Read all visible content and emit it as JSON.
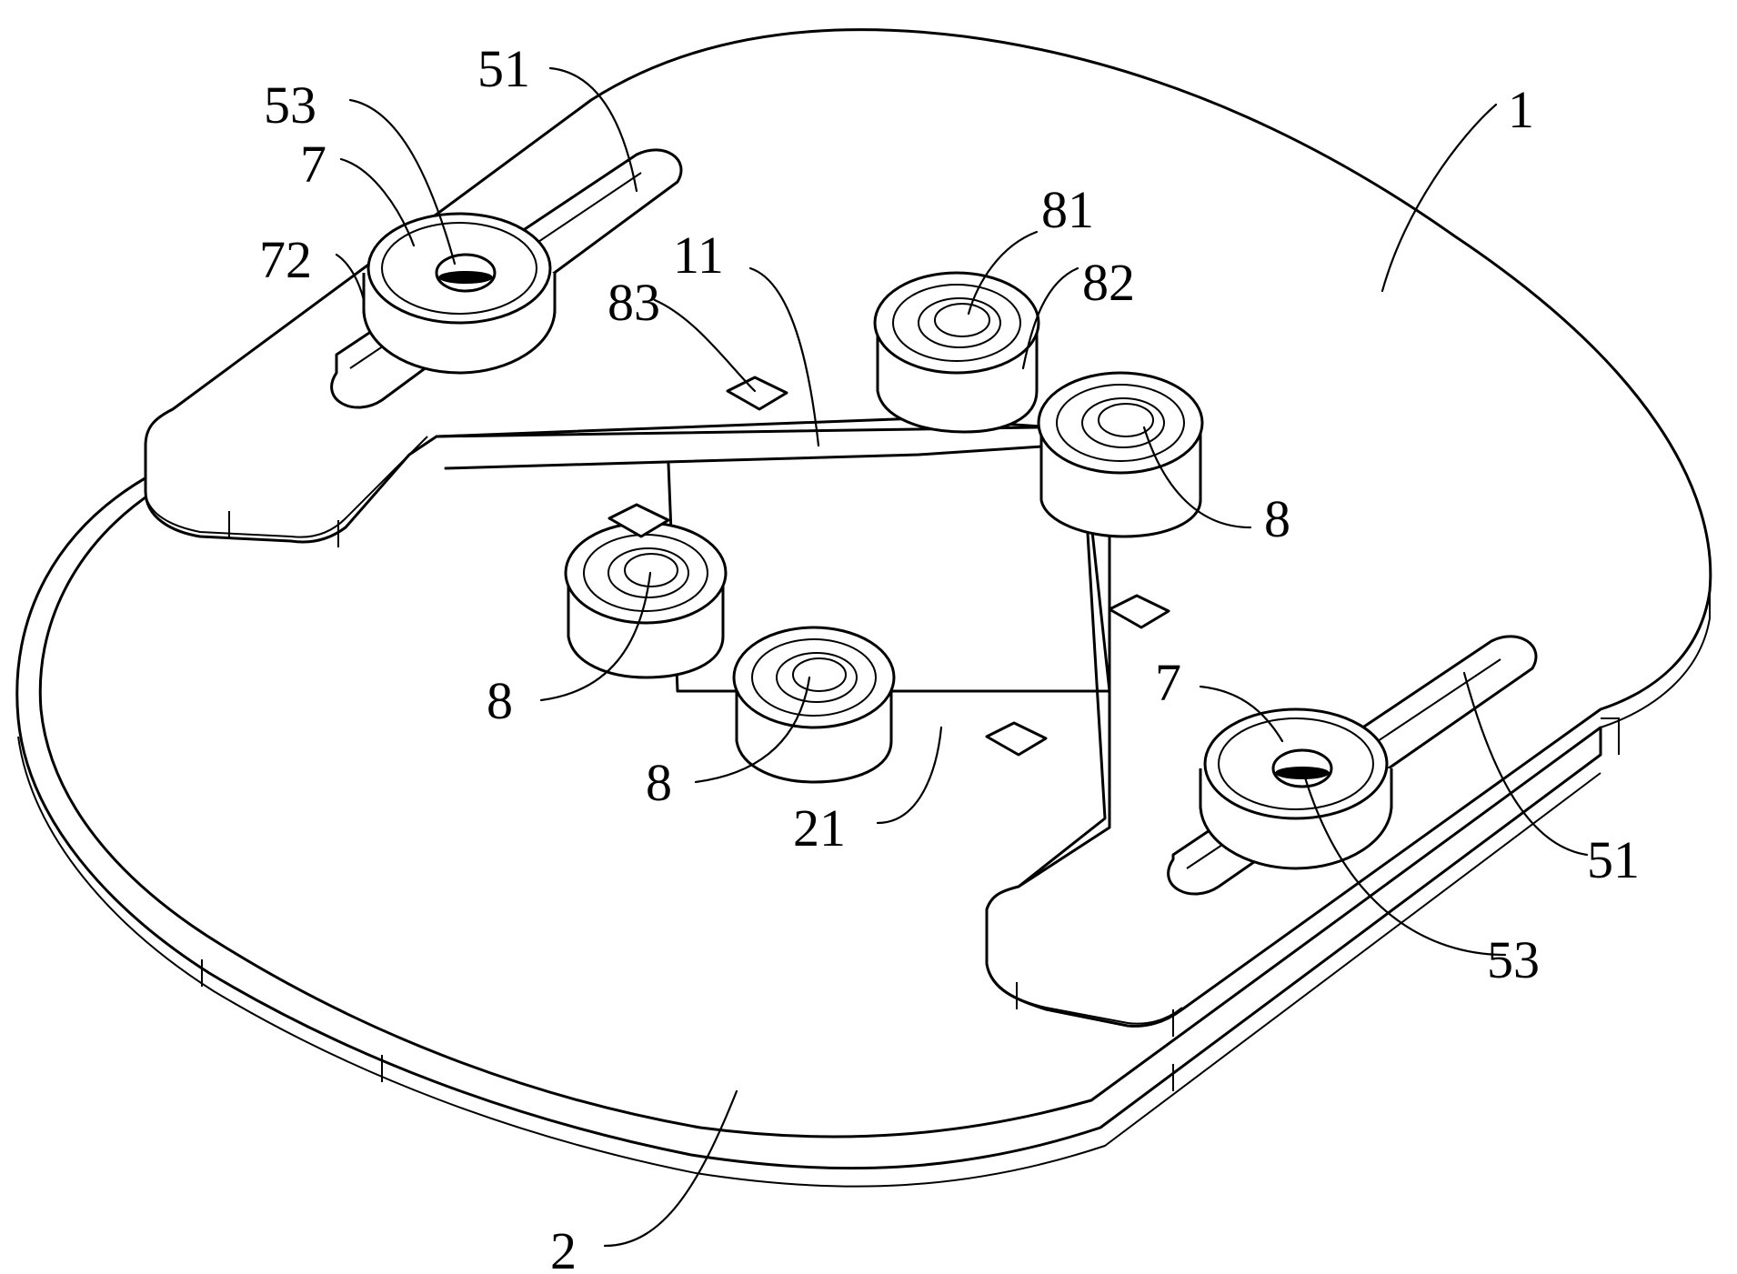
{
  "labels": {
    "l1": "1",
    "l2": "2",
    "l7a": "7",
    "l7b": "7",
    "l8a": "8",
    "l8b": "8",
    "l8c": "8",
    "l11": "11",
    "l21": "21",
    "l51a": "51",
    "l51b": "51",
    "l53a": "53",
    "l53b": "53",
    "l72": "72",
    "l81": "81",
    "l82": "82",
    "l83": "83"
  }
}
